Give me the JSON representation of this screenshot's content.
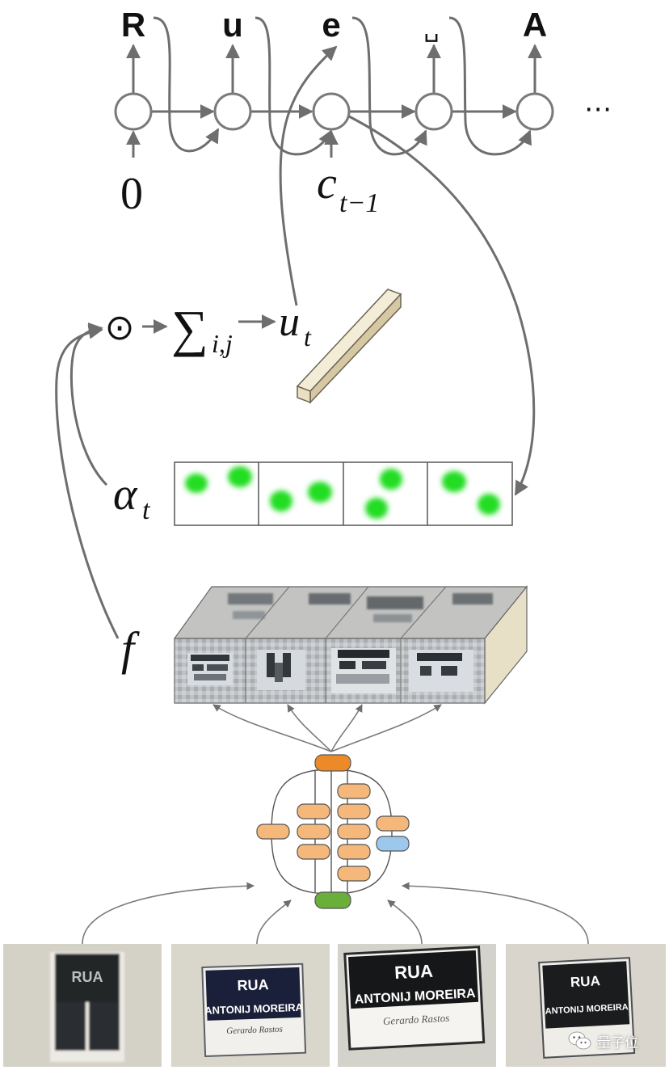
{
  "rnn": {
    "outputs": [
      "R",
      "u",
      "e",
      "␣",
      "A"
    ],
    "initial_input": "0",
    "context_label": "c",
    "context_subscript": "t−1",
    "ellipsis": "⋯"
  },
  "attention": {
    "product_symbol": "⊙",
    "sum_symbol": "∑",
    "sum_subscript": "i,j",
    "result_label": "u",
    "result_subscript": "t",
    "alpha_label": "α",
    "alpha_subscript": "t",
    "feature_label": "f"
  },
  "signs": [
    {
      "line1": "RUA",
      "line2": "",
      "line3": ""
    },
    {
      "line1": "RUA",
      "line2": "ANTONIJ MOREIRA",
      "line3": "Gerardo Rastos"
    },
    {
      "line1": "RUA",
      "line2": "ANTONIJ MOREIRA",
      "line3": "Gerardo Rastos"
    },
    {
      "line1": "RUA",
      "line2": "ANTONIJ MOREIRA",
      "line3": ""
    }
  ],
  "watermark": {
    "icon": "wechat-icon",
    "text": "量子位"
  },
  "colors": {
    "node_stroke": "#7a7a7a",
    "arrow": "#6e6e6e",
    "attention_dot": "#22dd22",
    "cnn_orange": "#f6b87a",
    "cnn_dark_orange": "#ec8a2a",
    "cnn_blue": "#9cc8ee",
    "cnn_green": "#6aaf3a",
    "bar": "#e7dcc0"
  }
}
